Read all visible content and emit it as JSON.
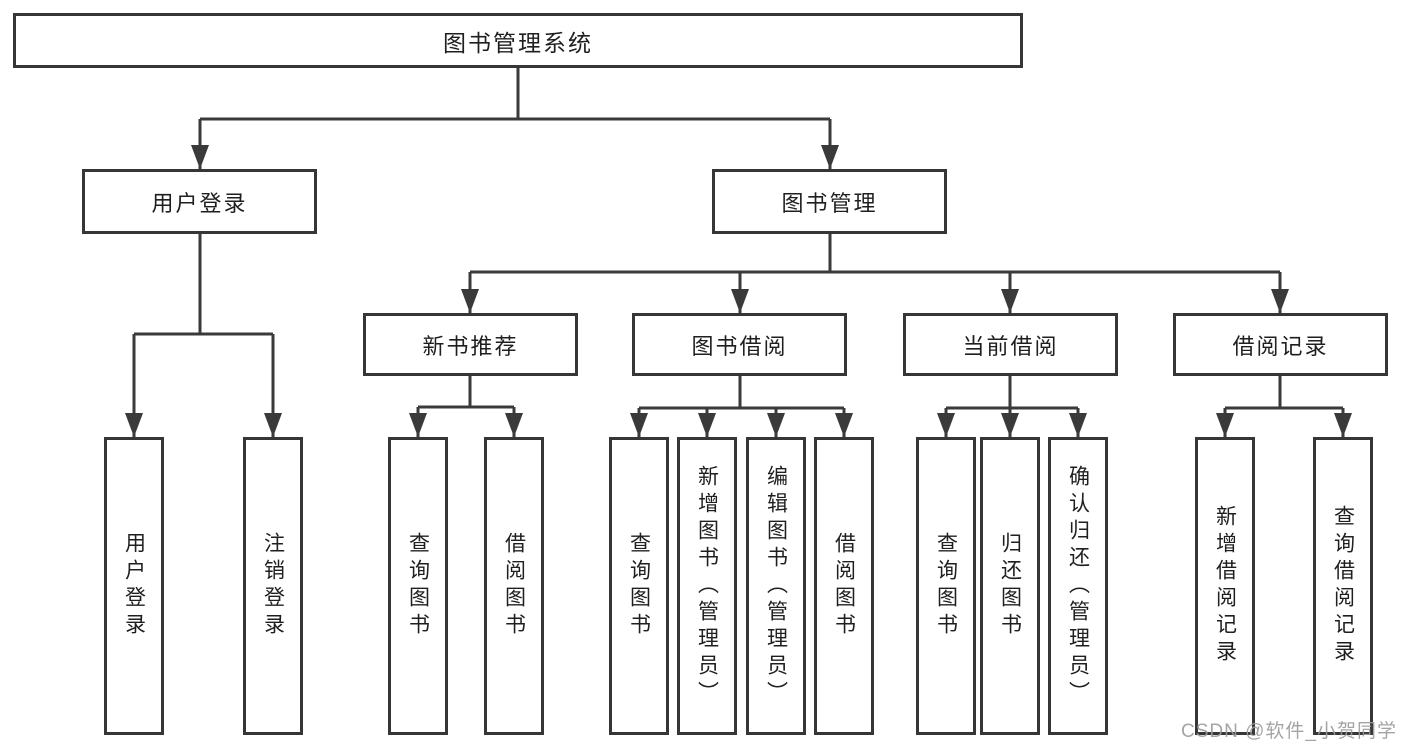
{
  "root": {
    "label": "图书管理系统"
  },
  "branches": [
    {
      "label": "用户登录",
      "children": [
        {
          "label": "用户登录"
        },
        {
          "label": "注销登录"
        }
      ]
    },
    {
      "label": "图书管理",
      "children": [
        {
          "label": "新书推荐",
          "children": [
            {
              "label": "查询图书"
            },
            {
              "label": "借阅图书"
            }
          ]
        },
        {
          "label": "图书借阅",
          "children": [
            {
              "label": "查询图书"
            },
            {
              "label": "新增图书（管理员）"
            },
            {
              "label": "编辑图书（管理员）"
            },
            {
              "label": "借阅图书"
            }
          ]
        },
        {
          "label": "当前借阅",
          "children": [
            {
              "label": "查询图书"
            },
            {
              "label": "归还图书"
            },
            {
              "label": "确认归还（管理员）"
            }
          ]
        },
        {
          "label": "借阅记录",
          "children": [
            {
              "label": "新增借阅记录"
            },
            {
              "label": "查询借阅记录"
            }
          ]
        }
      ]
    }
  ],
  "watermark": {
    "text": "CSDN @软件_小贺同学"
  },
  "colors": {
    "line": "#3a3a3a",
    "border": "#363636",
    "text": "#1f1f1f",
    "watermark": "#9b9b9b",
    "background": "#ffffff"
  }
}
